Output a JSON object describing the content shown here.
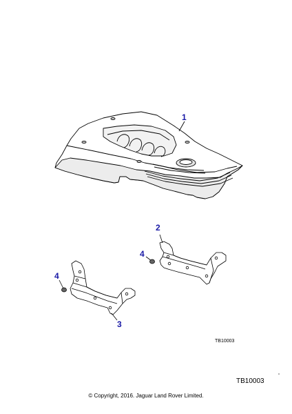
{
  "callouts": {
    "engine_cover": "1",
    "bracket_right": "2",
    "bracket_left": "3",
    "nut_right": "4",
    "nut_left": "4"
  },
  "figure_ref_small": "TB10003",
  "figure_ref_large": "TB10003",
  "copyright": "© Copyright, 2016. Jaguar Land Rover Limited.",
  "colors": {
    "callout": "#1a1aa6",
    "line": "#000000",
    "fill": "#ffffff",
    "shade": "#d9d9d9"
  }
}
